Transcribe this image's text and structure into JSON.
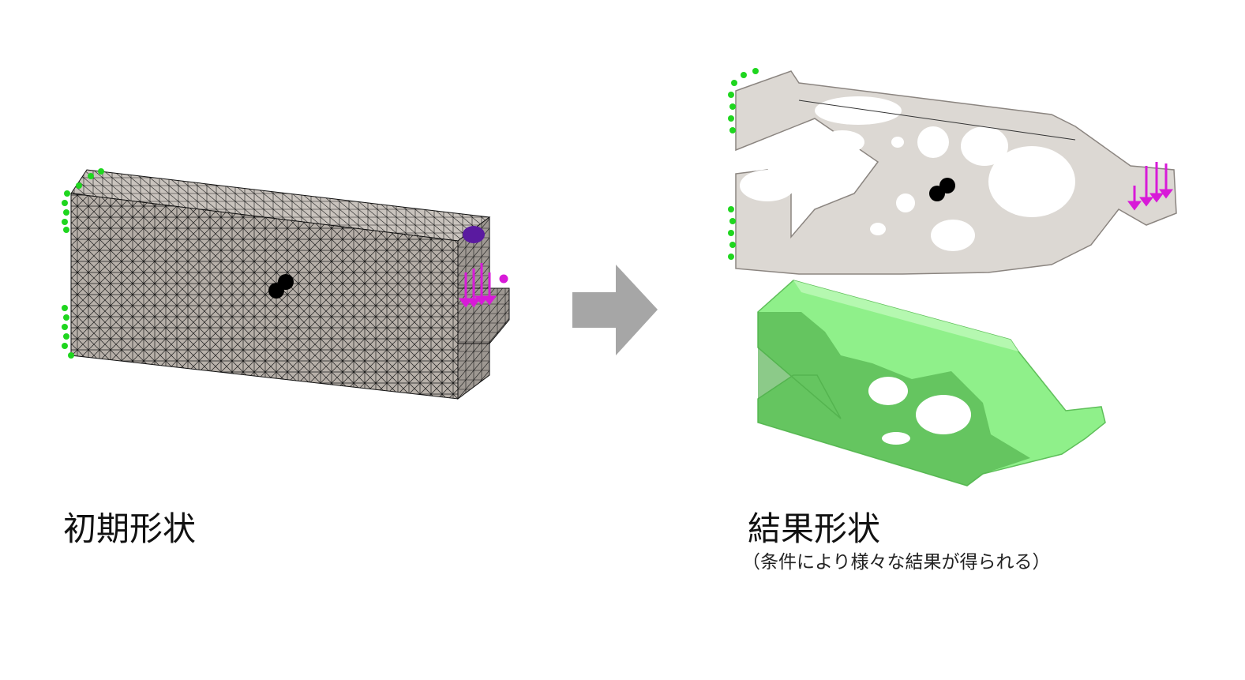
{
  "captions": {
    "initial": "初期形状",
    "result": "結果形状",
    "result_note": "（条件により様々な結果が得られる）"
  },
  "colors": {
    "mesh_fill": "#b7b0a9",
    "mesh_line": "#111111",
    "optimized_fill": "#dcd8d3",
    "printed_fill": "#8ff08a",
    "printed_shadow": "#4fae4a",
    "fixture": "#1fd61f",
    "load": "#d81ad8",
    "arrow": "#a6a6a6"
  }
}
